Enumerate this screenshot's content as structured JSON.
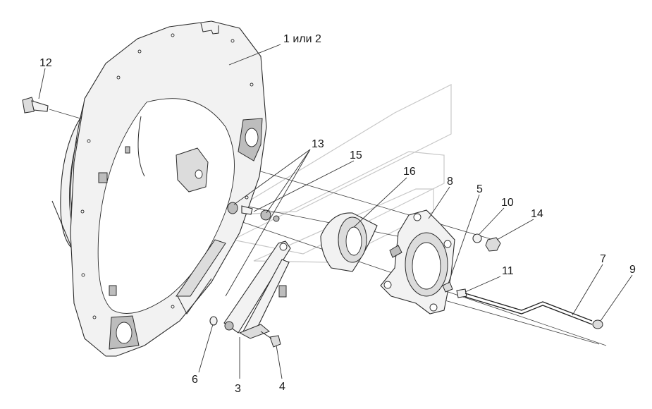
{
  "diagram": {
    "callouts": {
      "c1": "1 или 2",
      "c3": "3",
      "c4": "4",
      "c5": "5",
      "c6": "6",
      "c7": "7",
      "c8": "8",
      "c9": "9",
      "c10": "10",
      "c11": "11",
      "c12": "12",
      "c13": "13",
      "c14": "14",
      "c15": "15",
      "c16": "16"
    }
  }
}
